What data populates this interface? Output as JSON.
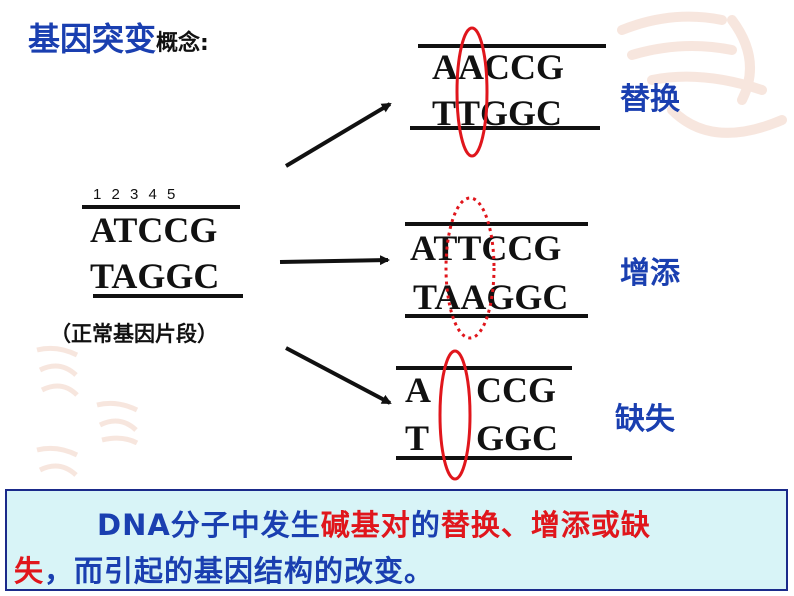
{
  "title": {
    "main": "基因突变",
    "sub": "概念:"
  },
  "original": {
    "numbers": "1 2 3 4 5",
    "top_strand": "ATCCG",
    "bottom_strand": "TAGGC",
    "caption": "（正常基因片段）"
  },
  "substitution": {
    "top_strand": "AACCG",
    "bottom_strand": "TTGGC",
    "label": "替换"
  },
  "addition": {
    "top_strand": "ATTCCG",
    "bottom_strand": "TAAGGC",
    "label": "增添"
  },
  "deletion": {
    "top_left": "A",
    "top_right": "CCG",
    "bottom_left": "T",
    "bottom_right": "GGC",
    "label": "缺失"
  },
  "definition": {
    "seg1": "DNA分子中发生",
    "seg2": "碱基对",
    "seg3": "的",
    "seg4": "替换、增添或缺",
    "seg5": "失",
    "seg6": "，而引起的基因结构的改变。"
  },
  "colors": {
    "blue": "#1a3fb0",
    "red": "#e0161c",
    "panel_bg": "#d8f4f7",
    "watermark": "#e9b9a3"
  }
}
